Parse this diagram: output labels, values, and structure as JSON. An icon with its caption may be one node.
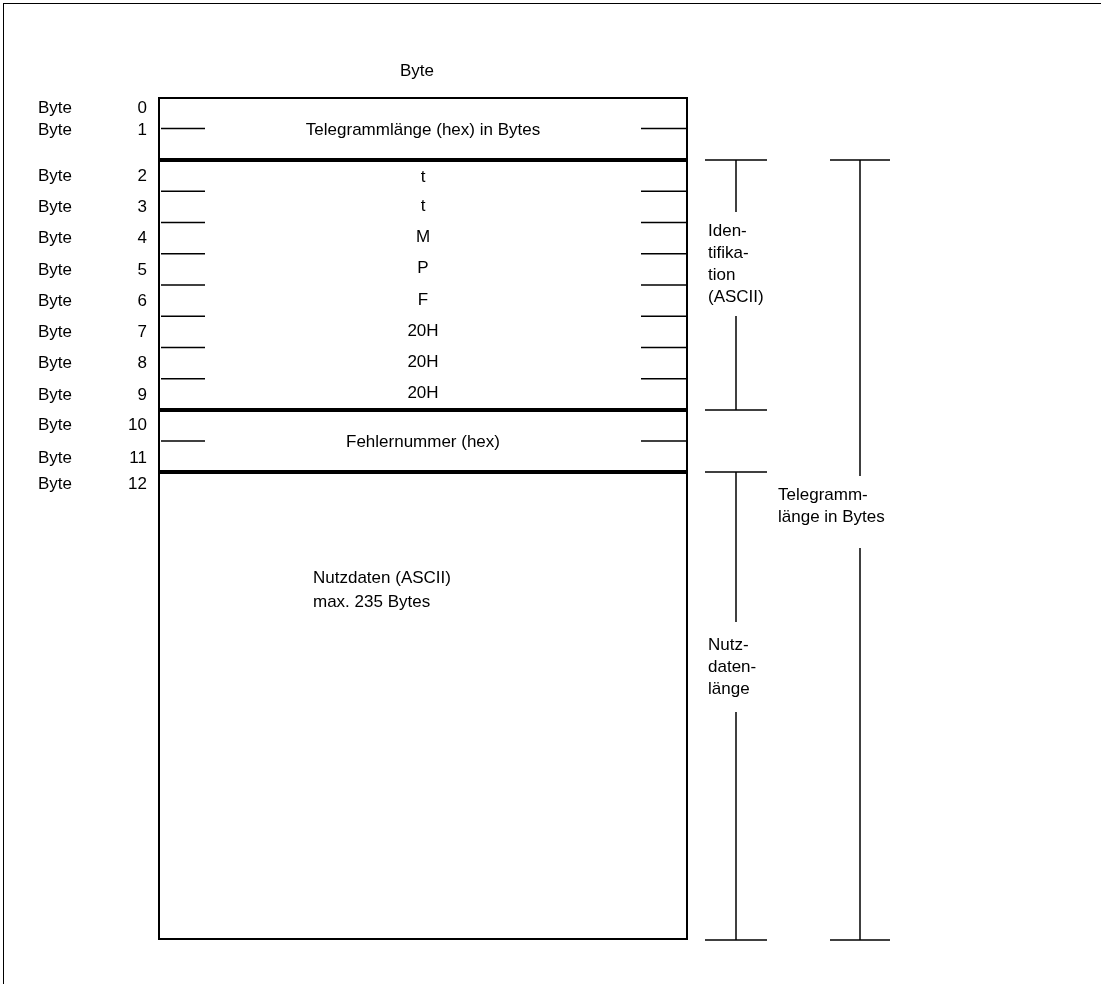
{
  "diagram": {
    "nodes": [
      {
        "text": [
          "Telegrammlänge (hex) in Bytes"
        ]
      },
      {
        "text": [
          "t"
        ]
      },
      {
        "text": [
          "t"
        ]
      },
      {
        "text": [
          "M"
        ]
      },
      {
        "text": [
          "P"
        ]
      },
      {
        "text": [
          "F"
        ]
      },
      {
        "text": [
          "20H"
        ]
      },
      {
        "text": [
          "20H"
        ]
      },
      {
        "text": [
          "20H"
        ]
      },
      {
        "text": [
          "Fehlernummer (hex)"
        ]
      },
      {
        "text": [
          "Nutzdaten (ASCII) max. 235 Bytes"
        ]
      }
    ],
    "edges": [],
    "labels": [
      "Byte",
      "Byte 0",
      "Byte 1",
      "Byte 2",
      "Byte 3",
      "Byte 4",
      "Byte 5",
      "Byte 6",
      "Byte 7",
      "Byte 8",
      "Byte 9",
      "Byte 10",
      "Byte 11",
      "Byte 12",
      "Iden- tifika- tion (ASCII)",
      "Telegramm- länge in Bytes",
      "Nutz- daten- länge"
    ]
  }
}
